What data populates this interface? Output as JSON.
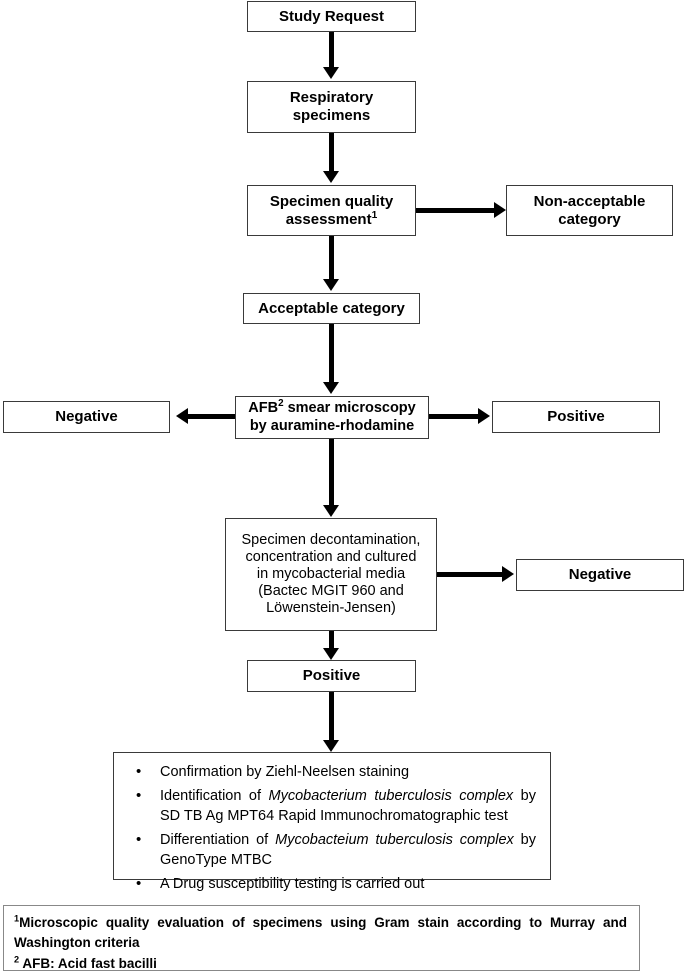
{
  "diagram": {
    "title": "Tuberculosis laboratory diagnostic workflow flowchart",
    "nodes": {
      "study_request": "Study Request",
      "respiratory_specimens_l1": "Respiratory",
      "respiratory_specimens_l2": "specimens",
      "specimen_quality_l1": "Specimen quality",
      "specimen_quality_l2": "assessment",
      "specimen_quality_sup": "1",
      "non_acceptable_l1": "Non-acceptable",
      "non_acceptable_l2": "category",
      "acceptable": "Acceptable category",
      "afb_l1_pre": "AFB",
      "afb_sup": "2",
      "afb_l1_post": " smear microscopy",
      "afb_l2": "by auramine-rhodamine",
      "smear_negative": "Negative",
      "smear_positive": "Positive",
      "culture_l1": "Specimen decontamination,",
      "culture_l2": "concentration and cultured",
      "culture_l3": "in mycobacterial media",
      "culture_l4": "(Bactec MGIT 960 and",
      "culture_l5": "Löwenstein-Jensen)",
      "culture_negative": "Negative",
      "culture_positive": "Positive"
    },
    "final_steps": {
      "b1": "Confirmation by Ziehl-Neelsen staining",
      "b2_pre": "Identification of ",
      "b2_italic": "Mycobacterium tuberculosis complex",
      "b2_post": " by SD TB Ag MPT64 Rapid Immunochromatographic test",
      "b3_pre": "Differentiation of ",
      "b3_italic": "Mycobacteium tuberculosis complex",
      "b3_post": " by GenoType MTBC",
      "b4": "A Drug susceptibility testing is carried out"
    },
    "footnotes": {
      "f1_sup": "1",
      "f1_text": "Microscopic quality evaluation of specimens using Gram stain according to Murray and Washington criteria",
      "f2_sup": "2",
      "f2_text": " AFB: Acid fast bacilli"
    },
    "colors": {
      "border": "#3a3a3a",
      "connector": "#000000",
      "background": "#ffffff"
    }
  }
}
